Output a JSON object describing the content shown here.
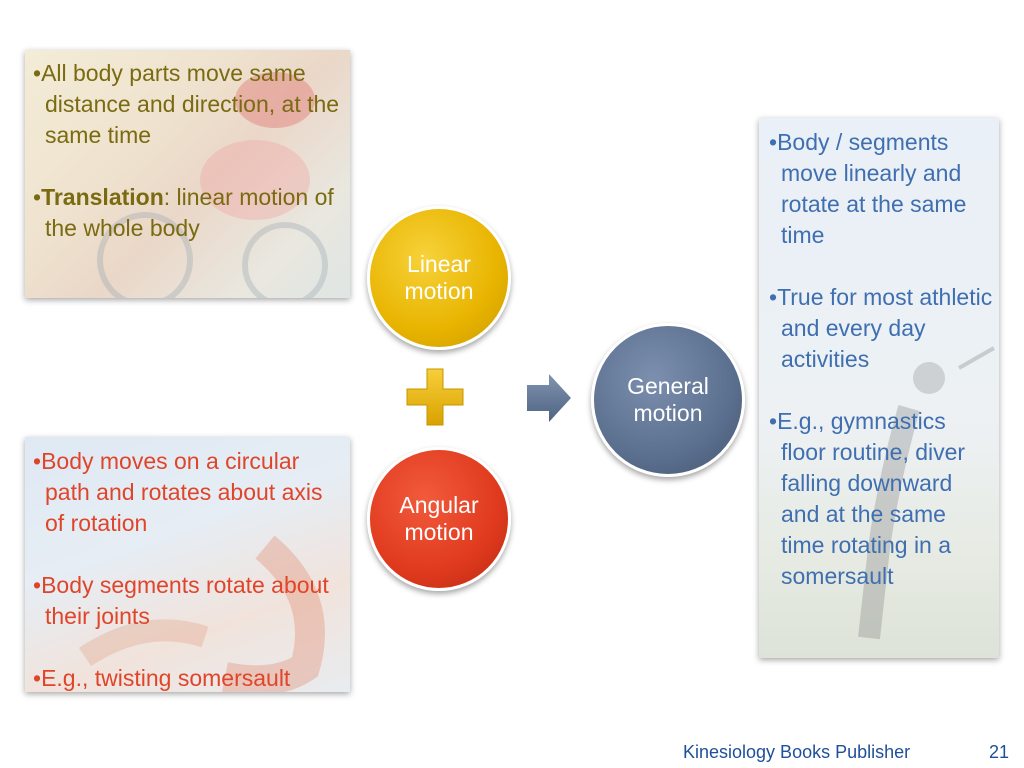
{
  "translation_box": {
    "bullets": [
      {
        "text": "All body parts move same distance and direction, at the same time"
      },
      {
        "bold": "Translation",
        "text": ": linear motion of the whole body"
      }
    ],
    "text_color": "#7a6a10"
  },
  "angular_box": {
    "bullets": [
      {
        "text": "Body moves on a circular path and rotates about axis of rotation"
      },
      {
        "text": "Body segments rotate about their joints"
      },
      {
        "text": "E.g., twisting somersault"
      }
    ],
    "text_color": "#e0452a"
  },
  "general_box": {
    "bullets": [
      {
        "text": "Body / segments move linearly and rotate at the same time"
      },
      {
        "text": "True for most athletic and every day activities"
      },
      {
        "text": "E.g., gymnastics floor routine, diver falling downward and at the same time rotating in a somersault"
      }
    ],
    "text_color": "#3f6fb0"
  },
  "nodes": {
    "linear": {
      "label": "Linear motion",
      "color": "#e8b400"
    },
    "angular": {
      "label": "Angular motion",
      "color": "#e03a1e"
    },
    "general": {
      "label": "General motion",
      "color": "#5b6f8f"
    }
  },
  "plus_color": "#f0b800",
  "arrow_color": "#5a7090",
  "footer": {
    "publisher": "Kinesiology Books Publisher",
    "page_number": "21"
  }
}
